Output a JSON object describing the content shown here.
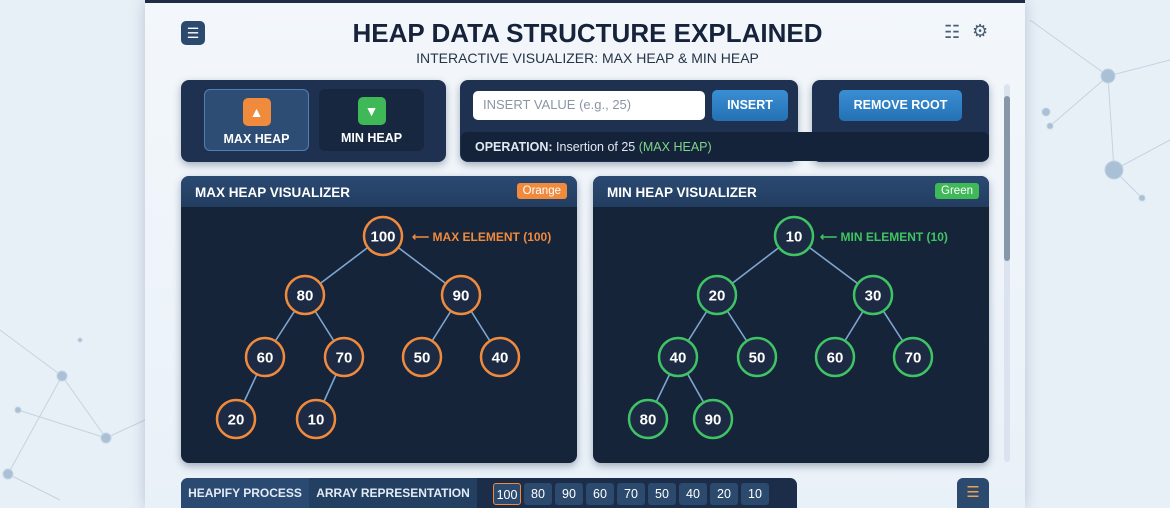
{
  "header": {
    "title": "HEAP DATA STRUCTURE EXPLAINED",
    "subtitle": "INTERACTIVE VISUALIZER: MAX HEAP & MIN HEAP"
  },
  "modes": [
    {
      "label": "MAX HEAP",
      "icon": "max-heap-icon",
      "active": true
    },
    {
      "label": "MIN HEAP",
      "icon": "min-heap-icon",
      "active": false
    }
  ],
  "insert": {
    "placeholder": "INSERT VALUE (e.g., 25)",
    "button": "INSERT"
  },
  "remove_root": "REMOVE ROOT",
  "operation": {
    "label": "OPERATION:",
    "text": "Insertion of 25",
    "tag": "(MAX HEAP)"
  },
  "max_heap": {
    "title": "MAX HEAP VISUALIZER",
    "badge": "Orange",
    "color": "#f08a3c",
    "annotation": "MAX ELEMENT (100)",
    "nodes": [
      "100",
      "80",
      "90",
      "60",
      "70",
      "50",
      "40",
      "20",
      "10"
    ]
  },
  "min_heap": {
    "title": "MIN HEAP VISUALIZER",
    "badge": "Green",
    "color": "#3fc463",
    "annotation": "MIN ELEMENT (10)",
    "nodes": [
      "10",
      "20",
      "30",
      "40",
      "50",
      "60",
      "70",
      "80",
      "90"
    ]
  },
  "bottom": {
    "tabs": [
      "HEAPIFY PROCESS",
      "ARRAY REPRESENTATION"
    ],
    "array": [
      "100",
      "80",
      "90",
      "60",
      "70",
      "50",
      "40",
      "20",
      "10"
    ]
  }
}
